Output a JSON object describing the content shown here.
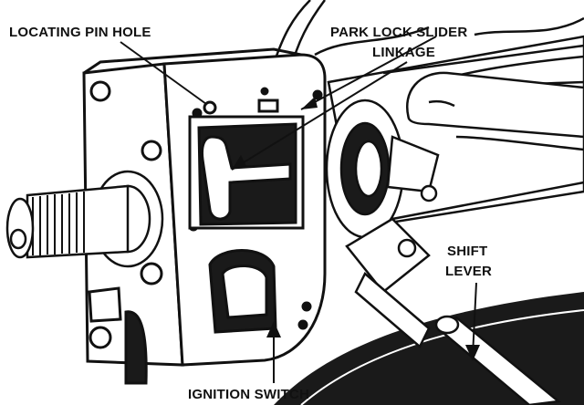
{
  "labels": {
    "locating_pin_hole": "LOCATING PIN HOLE",
    "park_lock_slider": "PARK LOCK SLIDER",
    "linkage": "LINKAGE",
    "shift_line1": "SHIFT",
    "shift_line2": "LEVER",
    "ignition_switch": "IGNITION SWITCH"
  },
  "colors": {
    "ink": "#111111",
    "paper": "#ffffff",
    "shadow": "#1a1a1a"
  }
}
